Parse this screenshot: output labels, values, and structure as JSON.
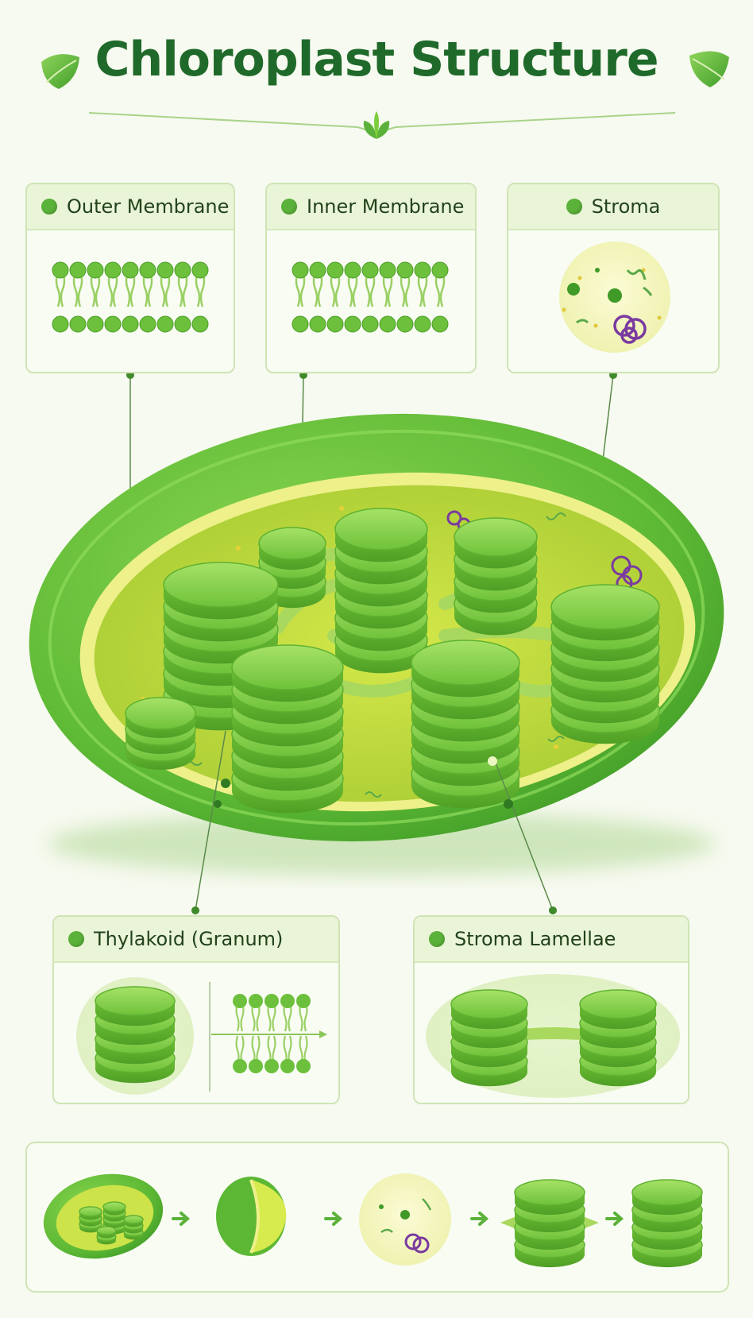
{
  "title": "Chloroplast Structure",
  "labels": {
    "outer_membrane": "Outer Membrane",
    "inner_membrane": "Inner Membrane",
    "stroma": "Stroma",
    "thylakoid": "Thylakoid (Granum)",
    "stroma_lamellae": "Stroma Lamellae"
  },
  "colors": {
    "title": "#1f6a2a",
    "membrane": "#5bb23a",
    "thylakoid": "#7ccd3b",
    "stroma": "#c9df3c",
    "dna": "#7a3aa0",
    "card_header": "#eaf5d8"
  },
  "icons": {
    "leaf_left": "leaf-icon",
    "leaf_right": "leaf-icon",
    "flow_arrow": "arrow-right-icon"
  }
}
